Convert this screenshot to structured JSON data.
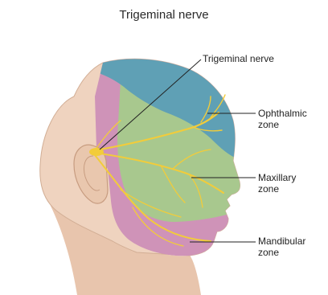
{
  "title": "Trigeminal nerve",
  "labels": {
    "trigeminal_nerve": "Trigeminal nerve",
    "ophthalmic": [
      "Ophthalmic",
      "zone"
    ],
    "maxillary": [
      "Maxillary",
      "zone"
    ],
    "mandibular": [
      "Mandibular",
      "zone"
    ]
  },
  "colors": {
    "skin": "#efd3bf",
    "skin_shadow": "#d8b49c",
    "ophthalmic_zone": "#5fa0b5",
    "maxillary_zone": "#a8c88e",
    "mandibular_zone": "#cf93b8",
    "nerve": "#f2cc3a"
  }
}
